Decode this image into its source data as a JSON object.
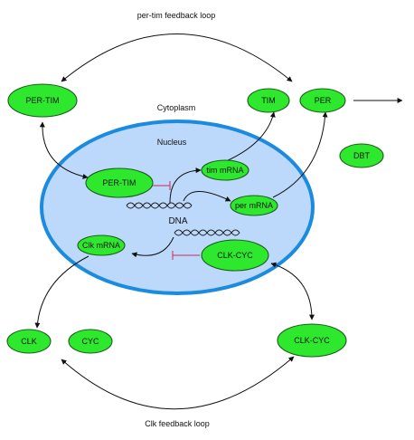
{
  "labels": {
    "per_tim_loop": "per-tim feedback loop",
    "clk_loop": "Clk feedback loop",
    "cytoplasm": "Cytoplasm",
    "nucleus": "Nucleus",
    "dna": "DNA"
  },
  "nodes": {
    "per_tim_cyto": "PER-TIM",
    "tim": "TIM",
    "per": "PER",
    "dbt": "DBT",
    "per_tim_nuc": "PER-TIM",
    "tim_mrna": "tim mRNA",
    "per_mrna": "per mRNA",
    "clk_mrna": "Clk mRNA",
    "clk_cyc_nuc": "CLK-CYC",
    "clk": "CLK",
    "cyc": "CYC",
    "clk_cyc_cyto": "CLK-CYC"
  },
  "colors": {
    "node_fill": "#2ee82e",
    "node_stroke": "#1a5e1a",
    "nucleus_fill": "#bcd9fb",
    "nucleus_stroke": "#1b8be0",
    "inhibition": "#cc2a55"
  }
}
